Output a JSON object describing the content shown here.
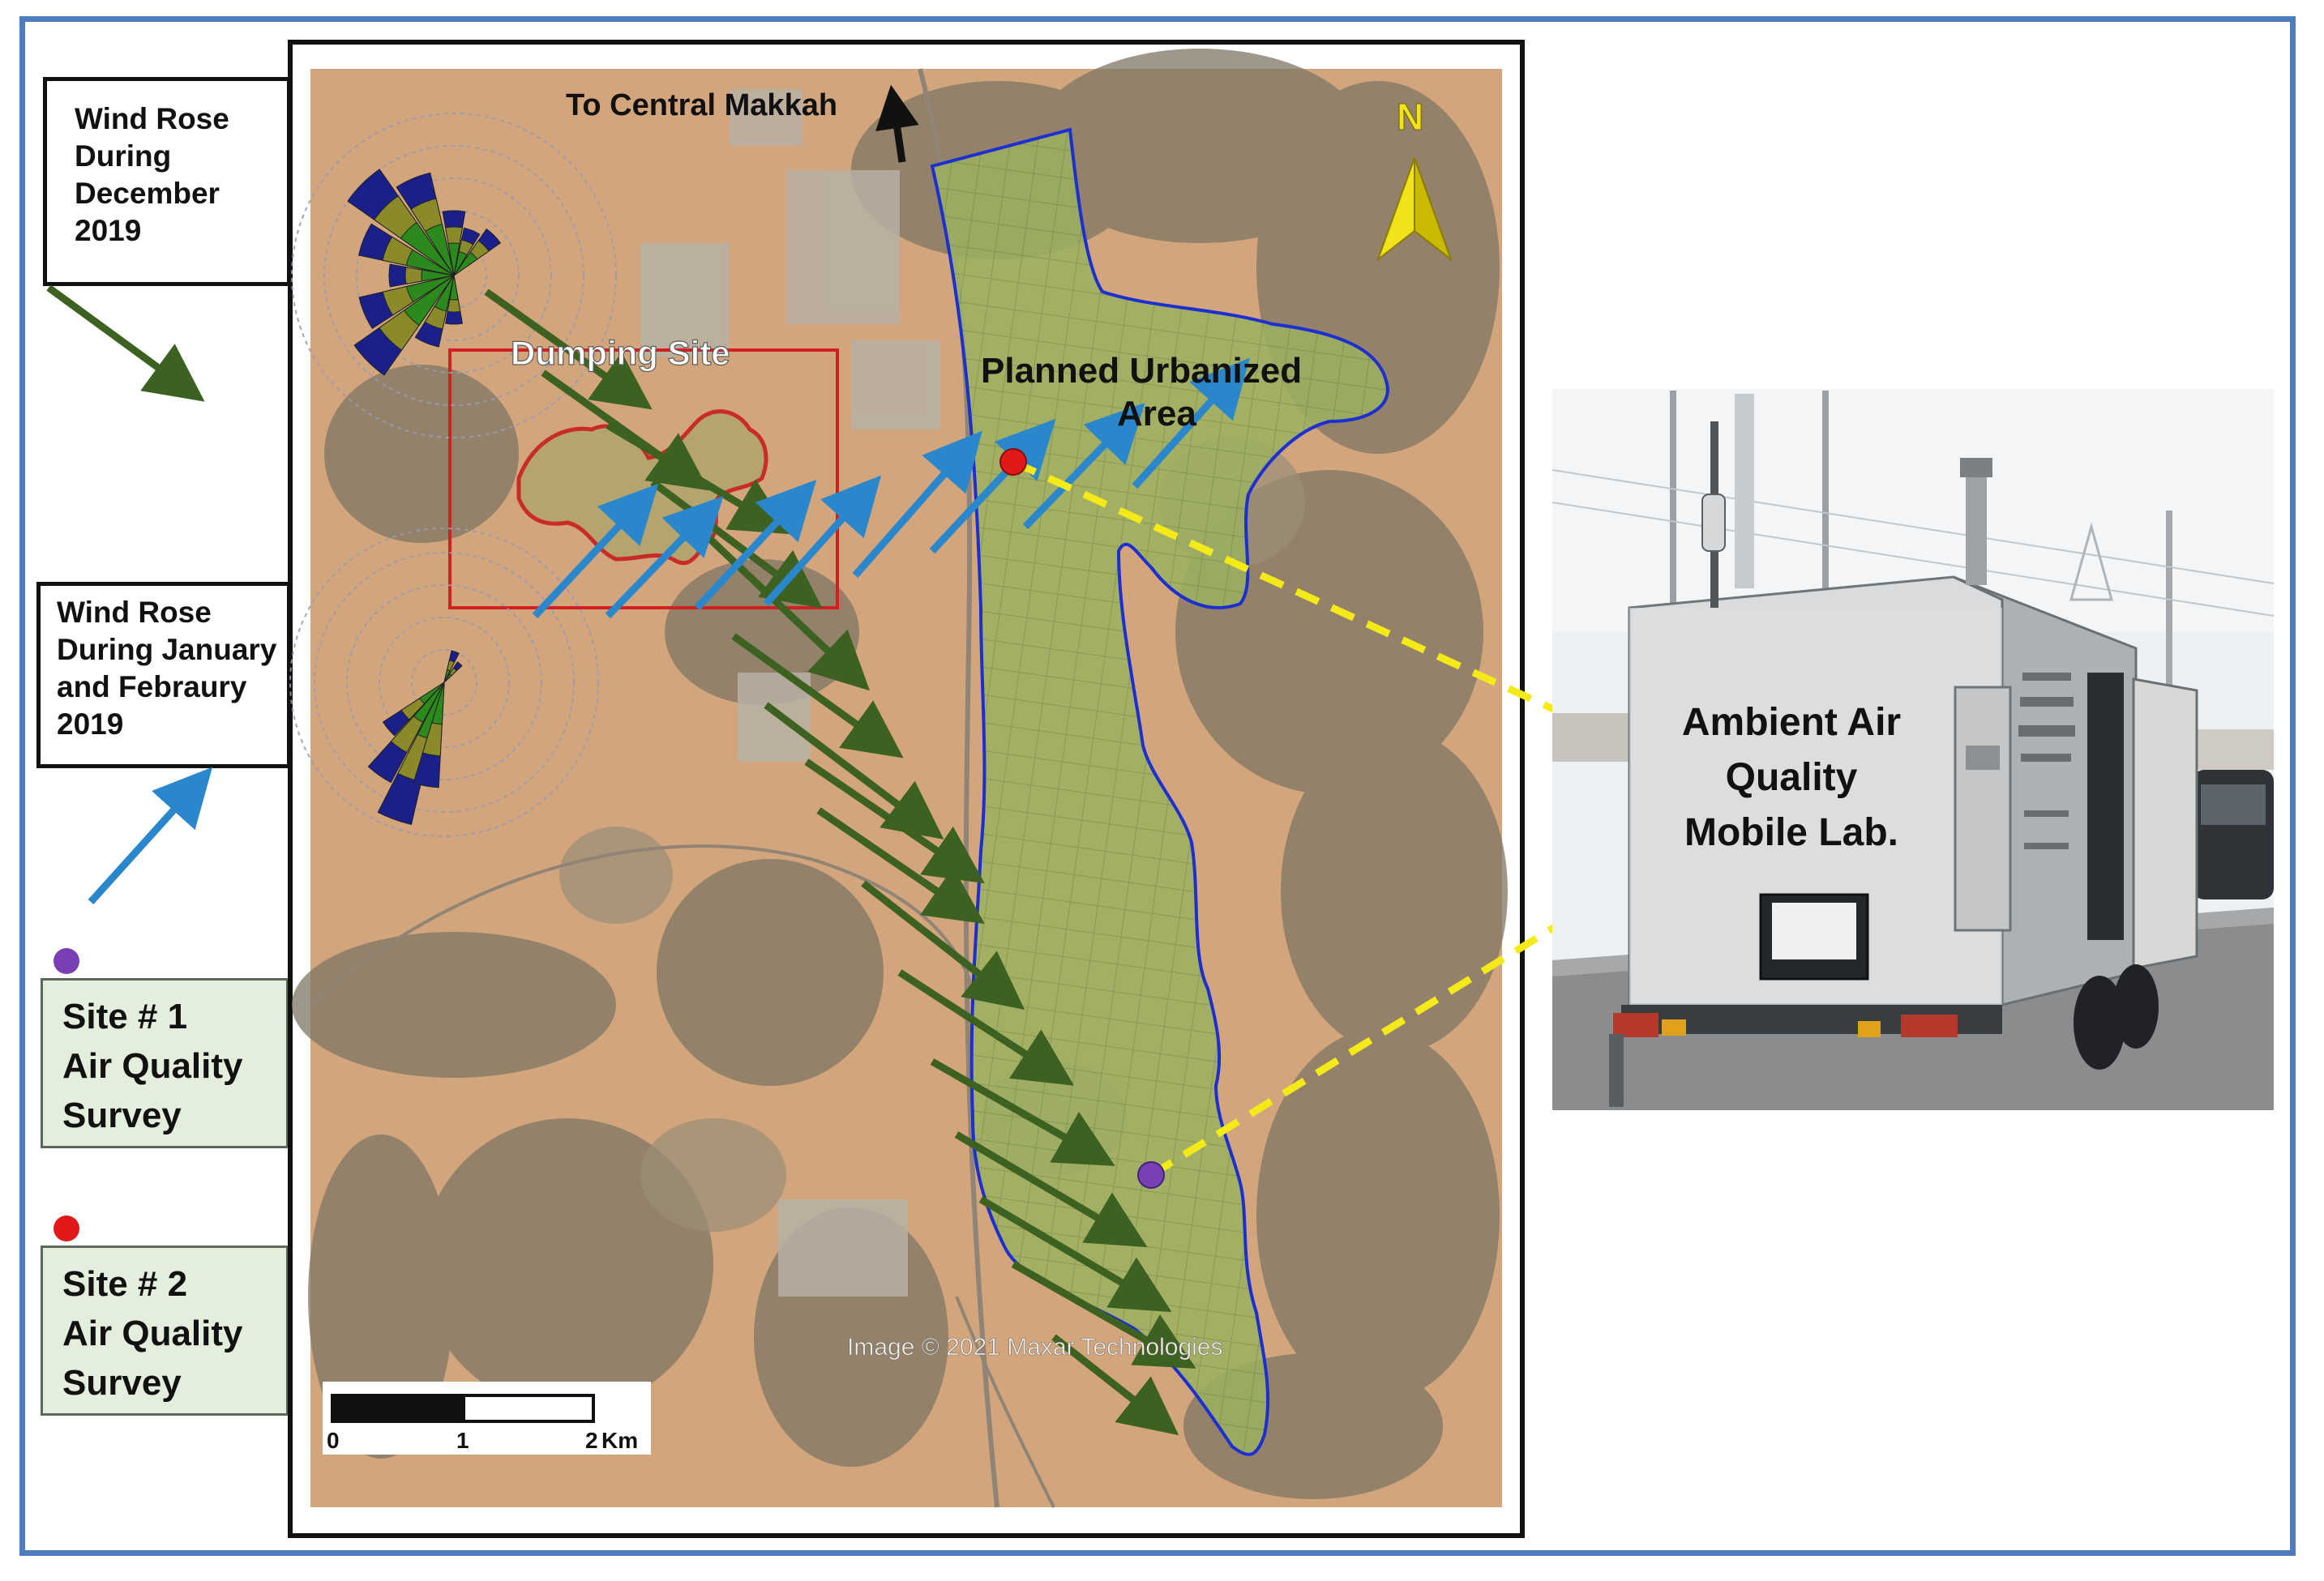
{
  "legend": {
    "wind_rose_dec": [
      "Wind Rose",
      "During",
      "December",
      "2019"
    ],
    "wind_rose_jan_feb": [
      "Wind Rose",
      "During January",
      "and Febraury",
      "2019"
    ],
    "site1": [
      "Site # 1",
      "Air   Quality",
      "Survey"
    ],
    "site2": [
      "Site # 2",
      "Air   Quality",
      "Survey"
    ]
  },
  "map": {
    "north_label": "To Central Makkah",
    "north_arrow": "N",
    "dumping_site": "Dumping Site",
    "urban_area": [
      "Planned Urbanized",
      "Area"
    ],
    "credit": "Image © 2021 Maxar Technologies",
    "scale": {
      "ticks": [
        "0",
        "1",
        "2"
      ],
      "unit": "Km"
    }
  },
  "photo": {
    "label": [
      "Ambient Air",
      "Quality",
      "Mobile Lab."
    ]
  },
  "colors": {
    "frame": "#4d7dbf",
    "wind_dec_arrow": "#3d6120",
    "wind_jan_arrow": "#2a87cc",
    "site1_dot": "#7b3fb5",
    "site2_dot": "#e01a1a",
    "urban_fill": "#9cb060",
    "urban_edge": "#1c2fd0",
    "dump_edge": "#d02020",
    "connector": "#f4ea1a",
    "north_arrow": "#f2e21a"
  }
}
